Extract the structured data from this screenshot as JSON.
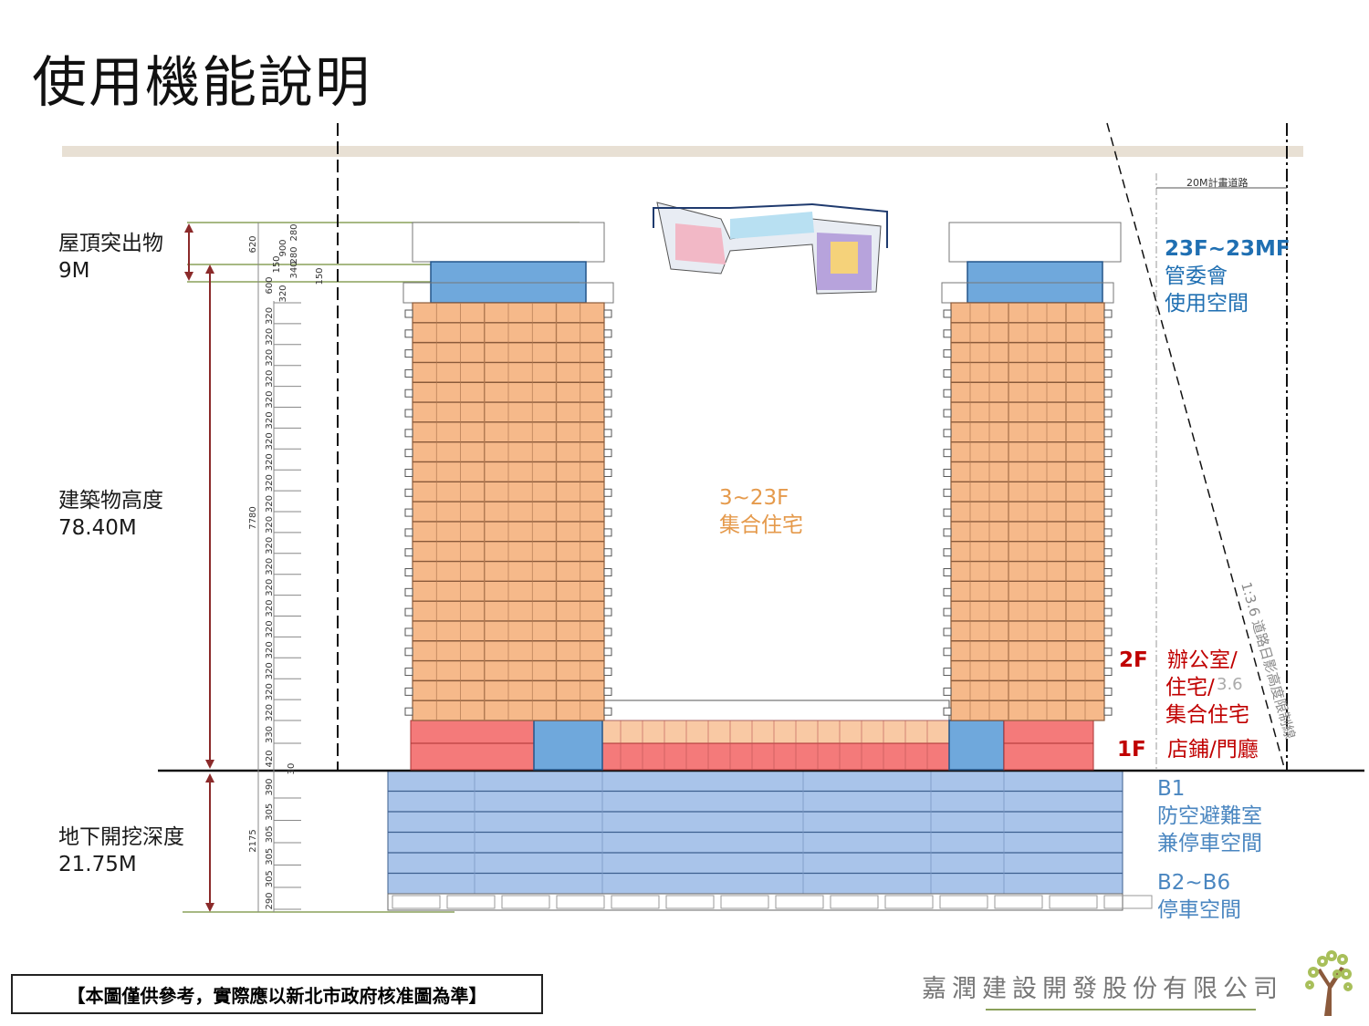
{
  "title": "使用機能說明",
  "left_labels": {
    "roof": {
      "name": "屋頂突出物",
      "value": "9M"
    },
    "height": {
      "name": "建築物高度",
      "value": "78.40M"
    },
    "depth": {
      "name": "地下開挖深度",
      "value": "21.75M"
    }
  },
  "dimensions": {
    "roof_total": "620",
    "roof_parts": [
      "280",
      "280",
      "340",
      "900",
      "150",
      "150",
      "600",
      "320"
    ],
    "height_total": "7780",
    "floor_heights": [
      "320",
      "320",
      "320",
      "320",
      "320",
      "320",
      "320",
      "320",
      "320",
      "320",
      "320",
      "320",
      "320",
      "320",
      "320",
      "320",
      "320",
      "320",
      "320",
      "320",
      "330",
      "420"
    ],
    "ground_offset": "30",
    "depth_total": "2175",
    "basement_heights": [
      "390",
      "305",
      "305",
      "305",
      "305",
      "290"
    ]
  },
  "road": {
    "label": "20M計畫道路",
    "slope_label": "1:3.6 道路日影高度限制線",
    "slope_value": "3.6"
  },
  "zones": {
    "roof_use": {
      "floors": "23F~23MF",
      "line1": "管委會",
      "line2": "使用空間"
    },
    "residential": {
      "floors": "3~23F",
      "use": "集合住宅"
    },
    "f2": {
      "floor": "2F",
      "line1": "辦公室/",
      "line2": "住宅/",
      "line3": "集合住宅"
    },
    "f1": {
      "floor": "1F",
      "use": "店鋪/門廳"
    },
    "b1": {
      "floor": "B1",
      "line1": "防空避難室",
      "line2": "兼停車空間"
    },
    "b2b6": {
      "floor": "B2~B6",
      "use": "停車空間"
    }
  },
  "colors": {
    "residential": "#f6b98a",
    "retail": "#f47a7a",
    "core": "#6fa8dc",
    "basement": "#a9c4ea",
    "roof": "#6fa8dc",
    "band": "#e8e0d4"
  },
  "disclaimer": "【本圖僅供參考，實際應以新北市政府核准圖為準】",
  "company": "嘉潤建設開發股份有限公司"
}
